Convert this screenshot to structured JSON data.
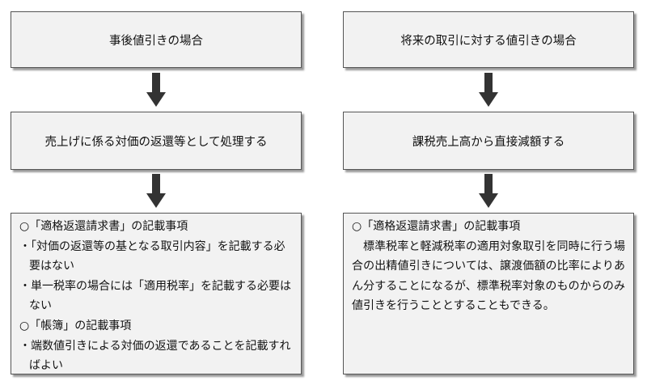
{
  "left": {
    "title": "事後値引きの場合",
    "process": "売上げに係る対価の返還等として処理する",
    "sections": [
      {
        "heading": "○「適格返還請求書」の記載事項",
        "bullets": [
          "・「対価の返還等の基となる取引内容」を記載する必要はない",
          "・単一税率の場合には「適用税率」を記載する必要はない"
        ]
      },
      {
        "heading": "○「帳簿」の記載事項",
        "bullets": [
          "・端数値引きによる対価の返還であることを記載すればよい"
        ]
      }
    ]
  },
  "right": {
    "title": "将来の取引に対する値引きの場合",
    "process": "課税売上高から直接減額する",
    "heading": "○「適格返還請求書」の記載事項",
    "paragraph": "標準税率と軽減税率の適用対象取引を同時に行う場合の出精値引きについては、譲渡価額の比率によりあん分することになるが、標準税率対象のものからのみ値引きを行うこととすることもできる。"
  },
  "colors": {
    "box_fill": "#f2f2f2",
    "border": "#555555",
    "arrow": "#333333"
  }
}
